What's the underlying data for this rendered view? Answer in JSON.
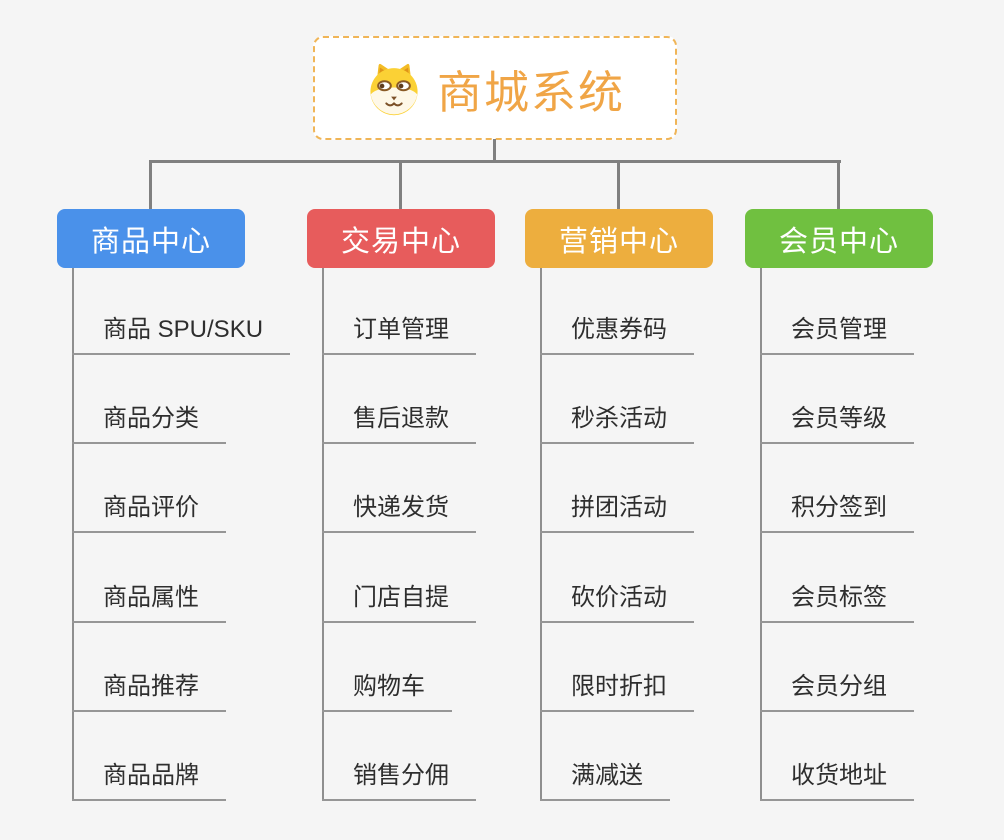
{
  "root": {
    "title": "商城系统",
    "icon": "dog-face-icon",
    "text_color": "#F0A546",
    "border_color": "#F0B557",
    "background": "#FFFFFF"
  },
  "colors": {
    "canvas_background": "#F5F5F5",
    "connector": "#808080",
    "child_underline": "#969696",
    "child_text": "#2E2E2E"
  },
  "branches": [
    {
      "label": "商品中心",
      "color": "#4A91EA",
      "children": [
        "商品 SPU/SKU",
        "商品分类",
        "商品评价",
        "商品属性",
        "商品推荐",
        "商品品牌"
      ]
    },
    {
      "label": "交易中心",
      "color": "#E75C5C",
      "children": [
        "订单管理",
        "售后退款",
        "快递发货",
        "门店自提",
        "购物车",
        "销售分佣"
      ]
    },
    {
      "label": "营销中心",
      "color": "#EDAE3E",
      "children": [
        "优惠券码",
        "秒杀活动",
        "拼团活动",
        "砍价活动",
        "限时折扣",
        "满减送"
      ]
    },
    {
      "label": "会员中心",
      "color": "#70C040",
      "children": [
        "会员管理",
        "会员等级",
        "积分签到",
        "会员标签",
        "会员分组",
        "收货地址"
      ]
    }
  ]
}
